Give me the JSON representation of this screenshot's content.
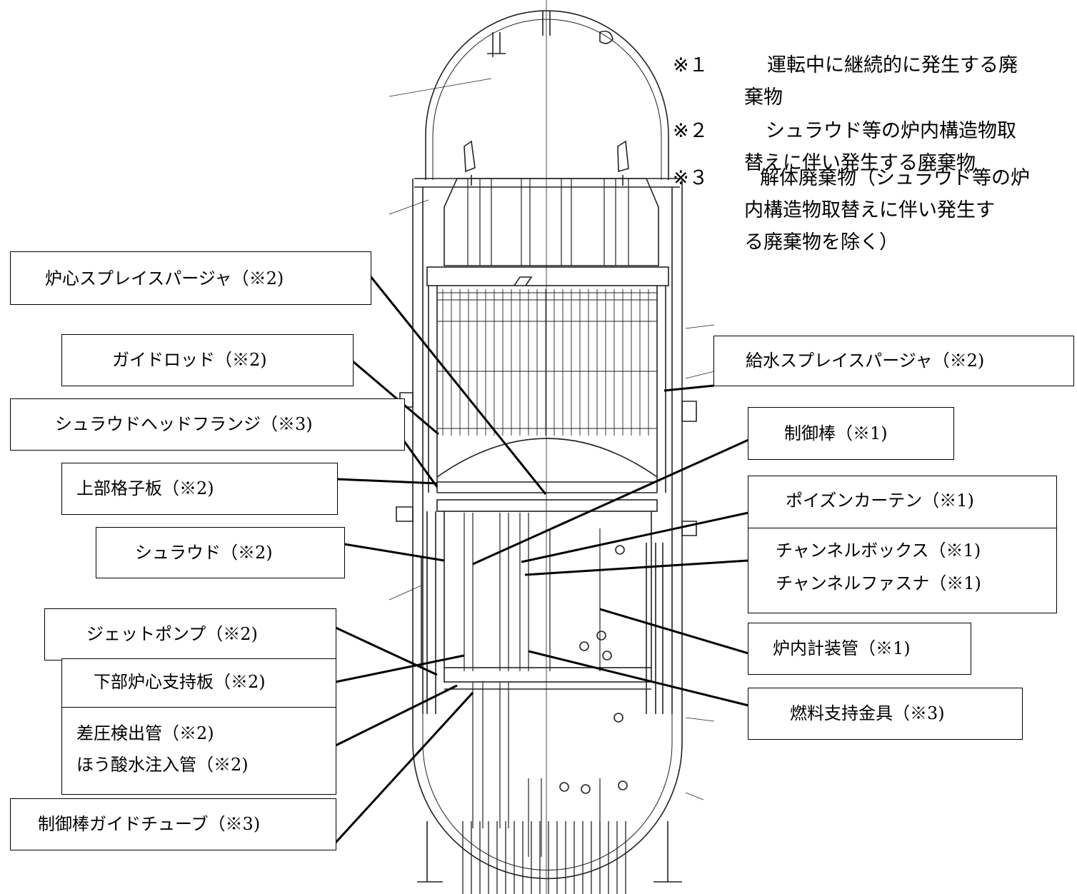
{
  "notes": [
    {
      "mark": "※１",
      "lines": [
        "運転中に継続的に発生する廃",
        "棄物"
      ]
    },
    {
      "mark": "※２",
      "lines": [
        "シュラウド等の炉内構造物取",
        "替えに伴い発生する廃棄物"
      ]
    },
    {
      "mark": "※３",
      "lines": [
        "解体廃棄物（シュラウド等の炉",
        "内構造物取替えに伴い発生す",
        "る廃棄物を除く）"
      ]
    }
  ],
  "labels": {
    "core_spray_sparger": "炉心スプレイスパージャ（※2)",
    "guide_rod": "ガイドロッド（※2)",
    "shroud_head_flange": "シュラウドヘッドフランジ（※3)",
    "top_guide": "上部格子板（※2)",
    "shroud": "シュラウド（※2)",
    "jet_pump": "ジェットポンプ（※2)",
    "core_support_plate": "下部炉心支持板（※2)",
    "dp_detector_line": "差圧検出管（※2)",
    "boric_acid_line": "ほう酸水注入管（※2)",
    "crd_guide_tube": "制御棒ガイドチューブ（※3)",
    "feedwater_sparger": "給水スプレイスパージャ（※2)",
    "control_rod": "制御棒（※1)",
    "poison_curtain": "ポイズンカーテン（※1)",
    "channel_box": "チャンネルボックス（※1)",
    "channel_fastener": "チャンネルファスナ（※1)",
    "incore_tube": "炉内計装管（※1)",
    "fuel_support": "燃料支持金具（※3)"
  }
}
